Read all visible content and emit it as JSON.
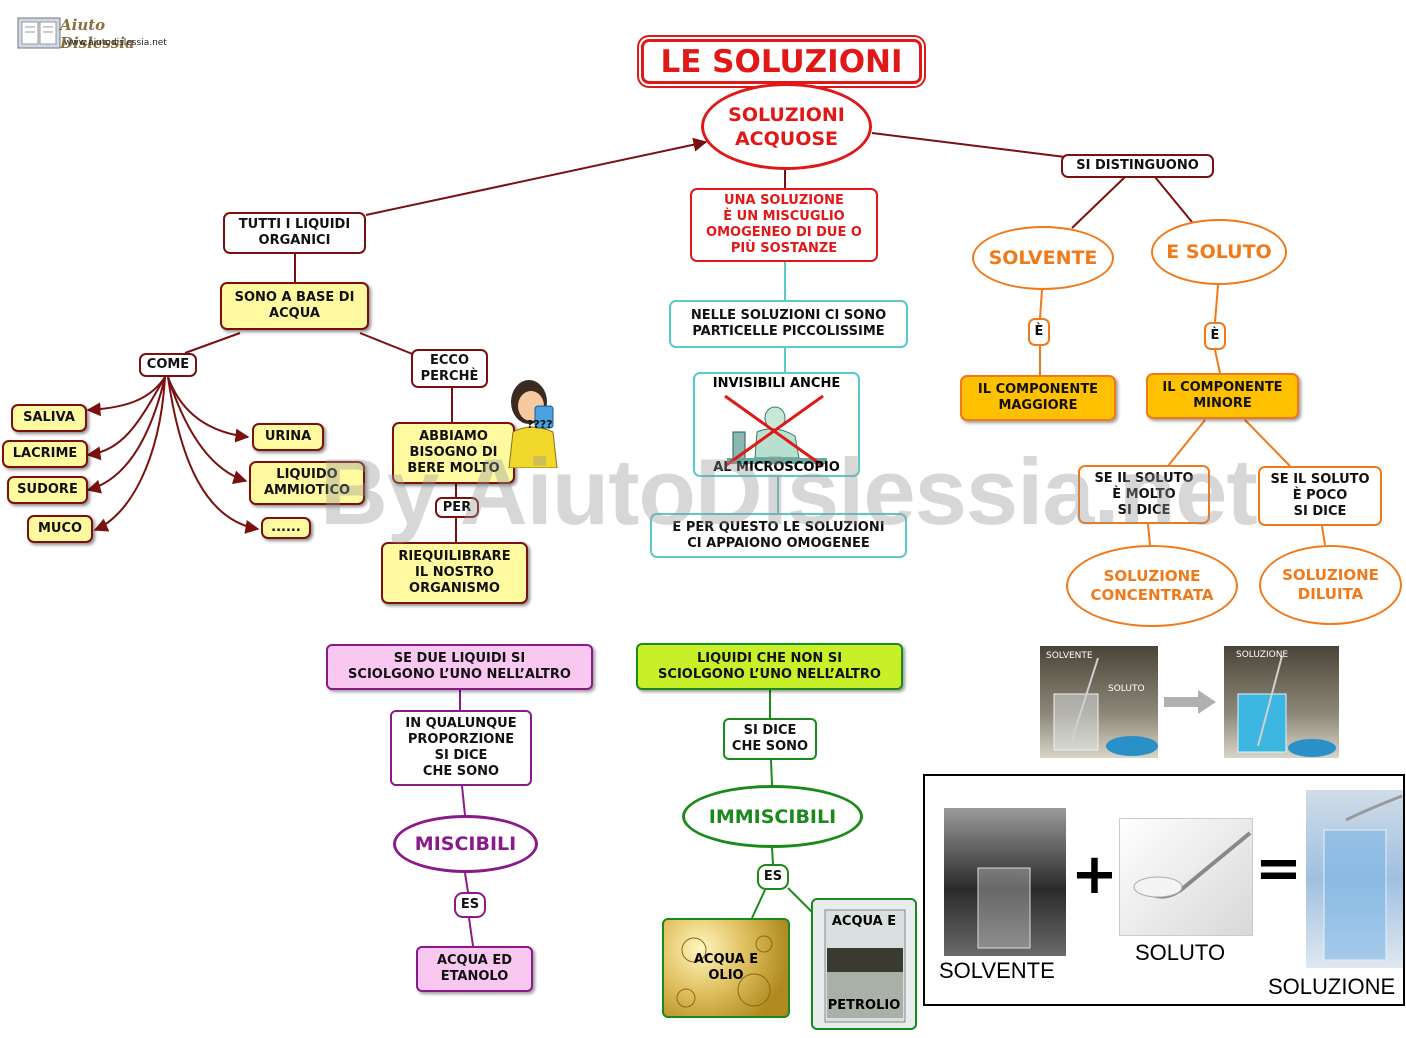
{
  "logo": {
    "name": "Aiuto Dislessia",
    "url": "www.aiutodislessia.net"
  },
  "watermark": "By AiutoDislessia.net",
  "title": "LE SOLUZIONI",
  "nodes": {
    "soluzioni_acquose": "SOLUZIONI\nACQUOSE",
    "si_distinguono": "SI DISTINGUONO",
    "tutti_liquidi": "TUTTI I LIQUIDI\nORGANICI",
    "base_acqua": "SONO A BASE DI\nACQUA",
    "come": "COME",
    "ecco_perche": "ECCO\nPERCHÈ",
    "saliva": "SALIVA",
    "lacrime": "LACRIME",
    "sudore": "SUDORE",
    "muco": "MUCO",
    "urina": "URINA",
    "liquido_ammiotico": "LIQUIDO\nAMMIOTICO",
    "dots": "......",
    "bisogno_bere": "ABBIAMO\nBISOGNO DI\nBERE MOLTO",
    "per": "PER",
    "riequilibrare": "RIEQUILIBRARE\nIL NOSTRO\nORGANISMO",
    "definizione": "UNA  SOLUZIONE\nÈ UN MISCUGLIO\nOMOGENEO DI DUE O\nPIÙ SOSTANZE",
    "particelle": "NELLE SOLUZIONI CI SONO\nPARTICELLE PICCOLISSIME",
    "invisibili": "INVISIBILI ANCHE",
    "microscopio": "AL MICROSCOPIO",
    "omogenee": "E PER QUESTO LE SOLUZIONI\nCI APPAIONO OMOGENEE",
    "solvente": "SOLVENTE",
    "soluto": "E SOLUTO",
    "e1": "È",
    "e2": "È",
    "maggiore": "IL COMPONENTE\nMAGGIORE",
    "minore": "IL COMPONENTE\nMINORE",
    "soluto_molto": "SE IL SOLUTO\nÈ MOLTO\nSI DICE",
    "soluto_poco": "SE IL SOLUTO\nÈ  POCO\nSI DICE",
    "concentrata": "SOLUZIONE\nCONCENTRATA",
    "diluita": "SOLUZIONE\nDILUITA",
    "due_liquidi": "SE DUE LIQUIDI SI\nSCIOLGONO L’UNO NELL’ALTRO",
    "qualunque": "IN QUALUNQUE\nPROPORZIONE\nSI DICE\nCHE SONO",
    "miscibili": "MISCIBILI",
    "es1": "ES",
    "acqua_etanolo": "ACQUA  ED\nETANOLO",
    "non_sciolgono": "LIQUIDI CHE NON SI\nSCIOLGONO L’UNO NELL’ALTRO",
    "si_dice": "SI DICE\nCHE SONO",
    "immiscibili": "IMMISCIBILI",
    "es2": "ES",
    "acqua_olio": "ACQUA E\nOLIO",
    "acqua_e": "ACQUA E",
    "petrolio": "PETROLIO",
    "thinking": "????"
  },
  "photo1": {
    "solvente": "SOLVENTE",
    "soluto": "SOLUTO",
    "soluzione": "SOLUZIONE"
  },
  "equation": {
    "solvente": "SOLVENTE",
    "plus": "+",
    "soluto": "SOLUTO",
    "equals": "=",
    "soluzione": "SOLUZIONE"
  }
}
